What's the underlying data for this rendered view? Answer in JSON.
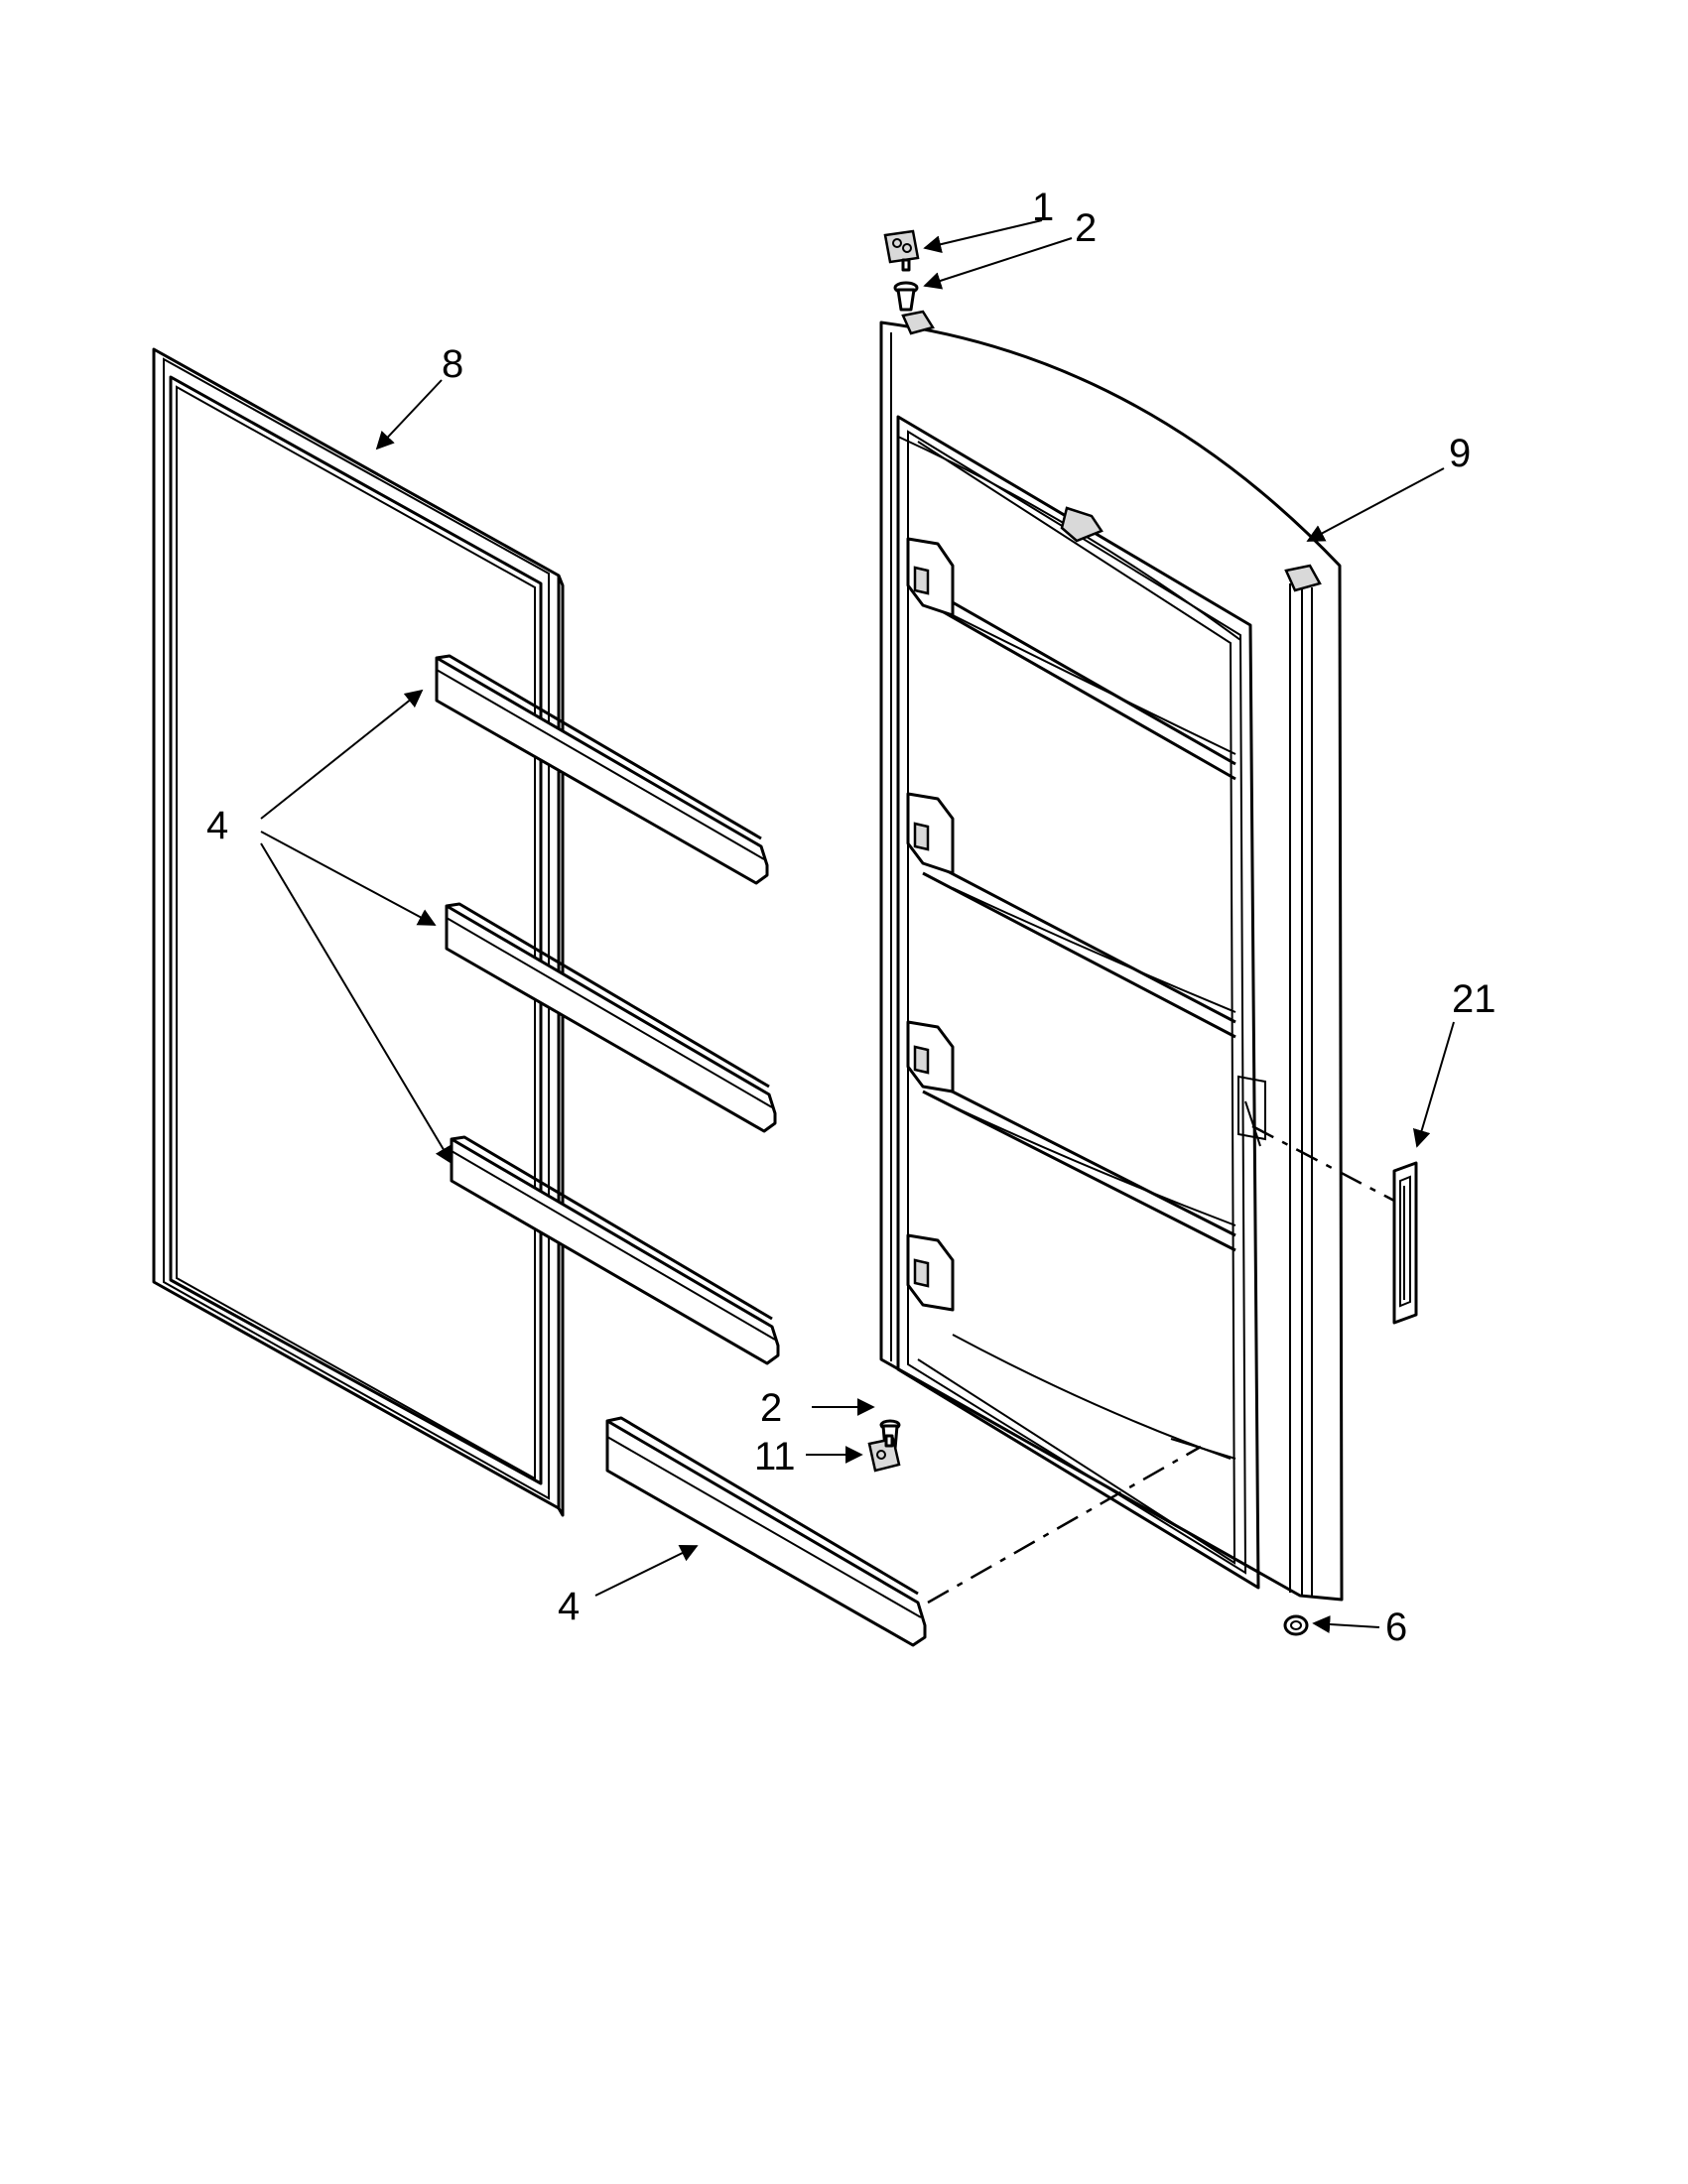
{
  "labels": {
    "hinge_top": "1",
    "hinge_pin_top": "2",
    "gasket": "8",
    "door_liner_assembly": "9",
    "door_shelf_bins": "4",
    "handle": "21",
    "hinge_pin_bottom": "2",
    "hinge_bottom": "11",
    "door_shelf_bottom": "4",
    "plug": "6"
  }
}
